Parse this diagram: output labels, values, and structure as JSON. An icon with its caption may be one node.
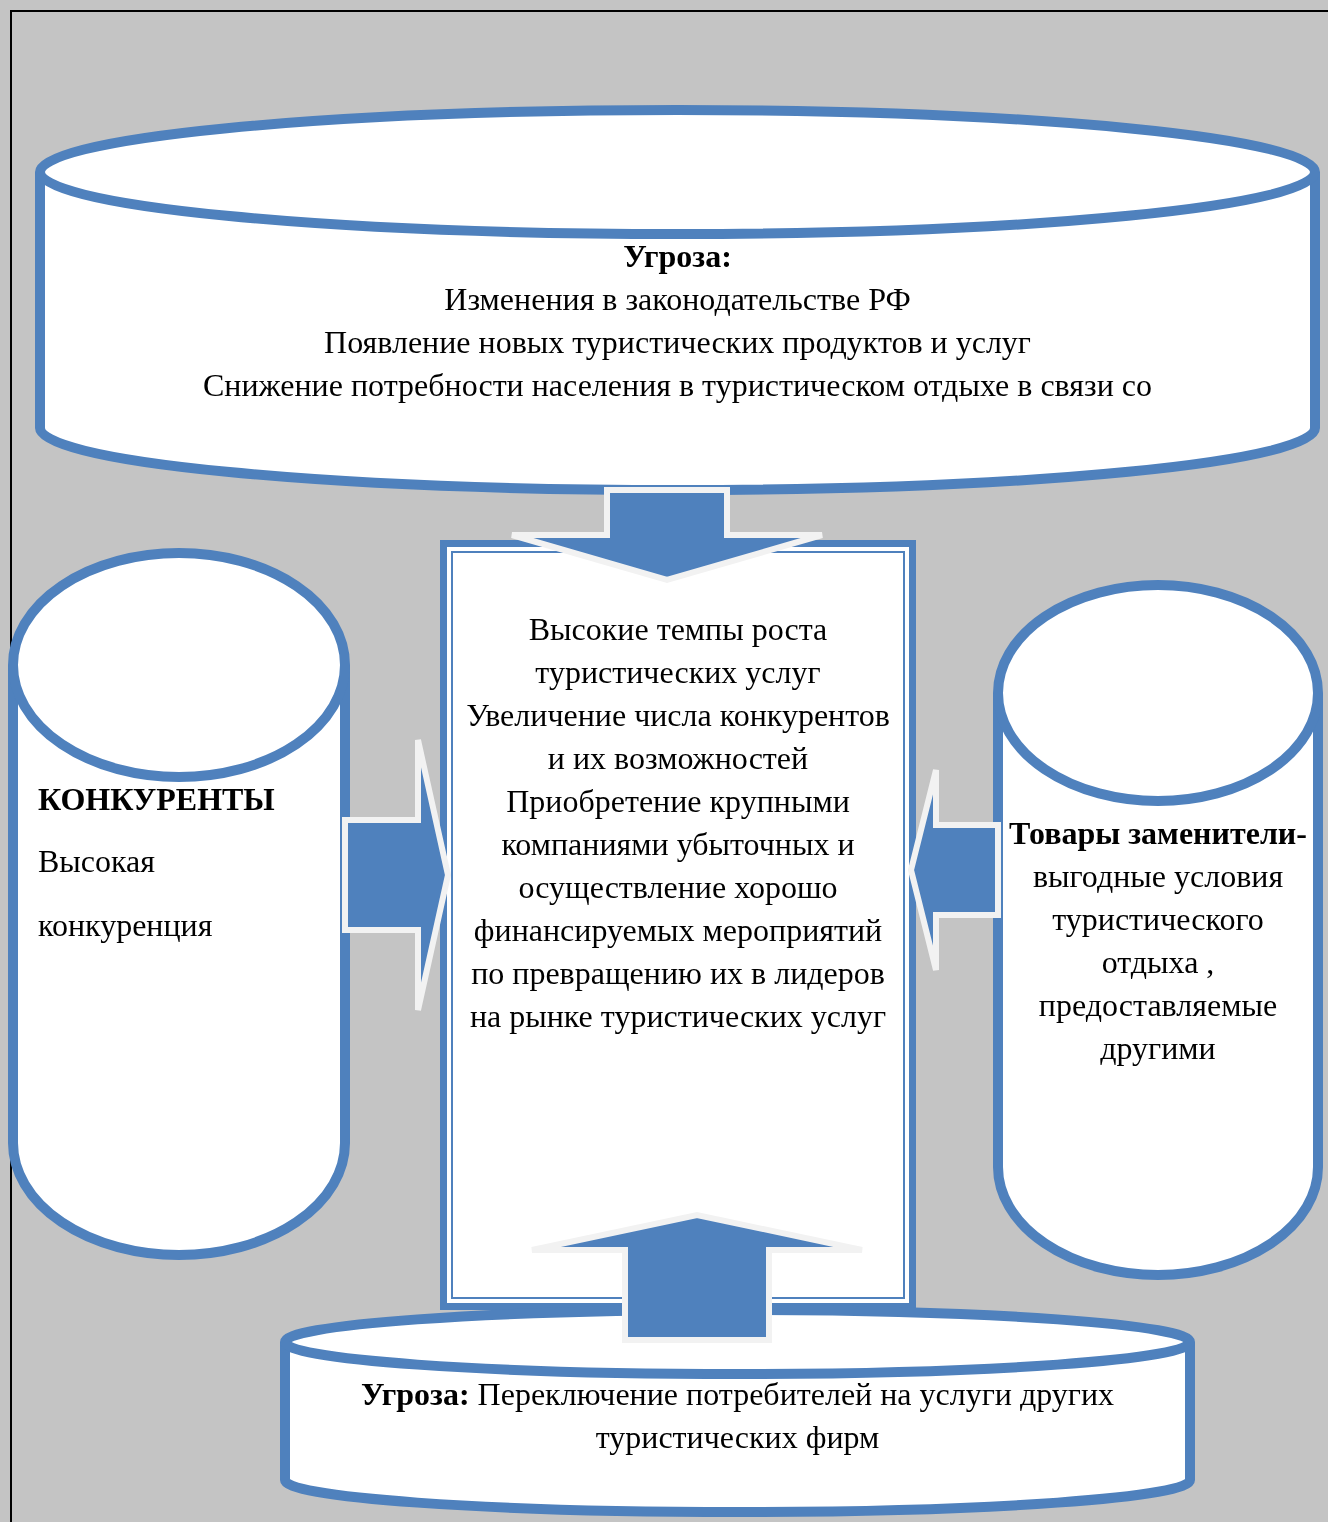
{
  "diagram": {
    "nodes": [
      {
        "text": [
          "Угроза:",
          "Изменения в законодательстве РФ",
          "Появление новых туристических  продуктов и услуг",
          "Снижение потребности населения в туристическом отдыхе в связи со"
        ]
      },
      {
        "text": [
          "КОНКУРЕНТЫ",
          "Высокая конкуренция"
        ]
      },
      {
        "text": [
          "Высокие темпы роста туристических услуг",
          "Увеличение числа конкурентов и их возможностей",
          "Приобретение крупными компаниями убыточных и осуществление хорошо финансируемых мероприятий по превращению их в лидеров на рынке туристических услуг"
        ]
      },
      {
        "text": [
          "Товары заменители-",
          "выгодные условия туристического отдыха , предоставляемые другими"
        ]
      },
      {
        "text": [
          "**Угроза:** Переключение потребителей на услуги других туристических фирм"
        ]
      }
    ],
    "edges": [
      {
        "from": 0,
        "to": 2,
        "arrow": "to"
      },
      {
        "from": 1,
        "to": 2,
        "arrow": "to"
      },
      {
        "from": 3,
        "to": 2,
        "arrow": "to"
      },
      {
        "from": 4,
        "to": 2,
        "arrow": "to"
      }
    ]
  }
}
